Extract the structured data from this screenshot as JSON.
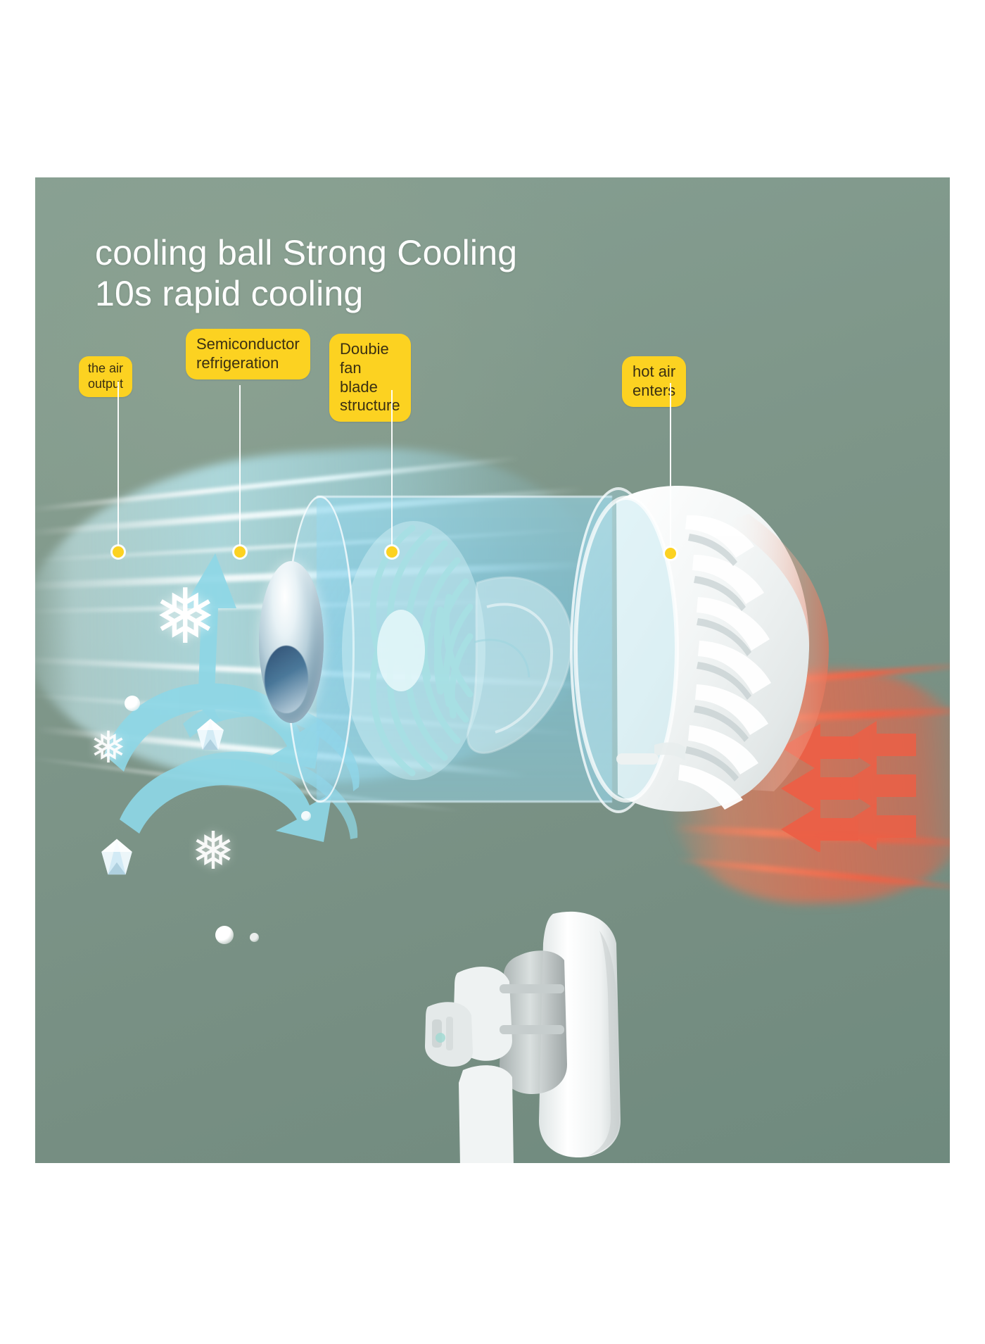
{
  "headline": {
    "line1": "cooling ball Strong Cooling",
    "line2": "10s rapid cooling"
  },
  "callouts": [
    {
      "id": "c1",
      "label": "the air output",
      "position": "left"
    },
    {
      "id": "c2",
      "label": "Semiconductor\nrefrigeration",
      "position": "left-center"
    },
    {
      "id": "c3",
      "label": "Doubie fan\nblade structure",
      "position": "center"
    },
    {
      "id": "c4",
      "label": "hot air enters",
      "position": "right"
    }
  ],
  "colors": {
    "panel_green": "#7e9689",
    "chip_yellow": "#fcd221",
    "chip_text": "#3a2f12",
    "headline_white": "#ffffff",
    "cold_air_cyan": "#8fd6e8",
    "hot_air_orange": "#ee624a",
    "device_white": "#f4f6f6"
  },
  "graphics": {
    "snowflake_glyph": "❅",
    "cold_stream_name": "cold-air-stream",
    "hot_stream_name": "hot-air-stream",
    "device_name": "handheld-cooling-fan"
  }
}
